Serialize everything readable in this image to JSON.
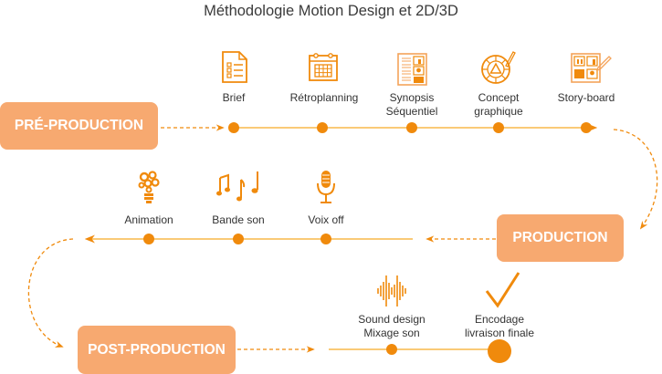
{
  "title": "Méthodologie Motion Design et 2D/3D",
  "colors": {
    "accent": "#f08a0c",
    "line": "#f9b84a",
    "phase_bg": "#f7a970",
    "text": "#333333"
  },
  "phases": [
    {
      "label": "PRÉ-PRODUCTION"
    },
    {
      "label": "PRODUCTION"
    },
    {
      "label": "POST-PRODUCTION"
    }
  ],
  "pre_production_steps": [
    {
      "label": "Brief",
      "icon": "checklist-document-icon"
    },
    {
      "label": "Rétroplanning",
      "icon": "calendar-icon"
    },
    {
      "label": "Synopsis\nSéquentiel",
      "icon": "storyboard-document-icon"
    },
    {
      "label": "Concept\ngraphique",
      "icon": "color-wheel-icon"
    },
    {
      "label": "Story-board",
      "icon": "storyboard-pencil-icon"
    }
  ],
  "production_steps": [
    {
      "label": "Animation",
      "icon": "gear-lightbulb-icon"
    },
    {
      "label": "Bande son",
      "icon": "music-notes-icon"
    },
    {
      "label": "Voix off",
      "icon": "microphone-icon"
    }
  ],
  "post_production_steps": [
    {
      "label": "Sound design\nMixage son",
      "icon": "sound-wave-icon"
    },
    {
      "label": "Encodage\nlivraison finale",
      "icon": "checkmark-icon"
    }
  ]
}
